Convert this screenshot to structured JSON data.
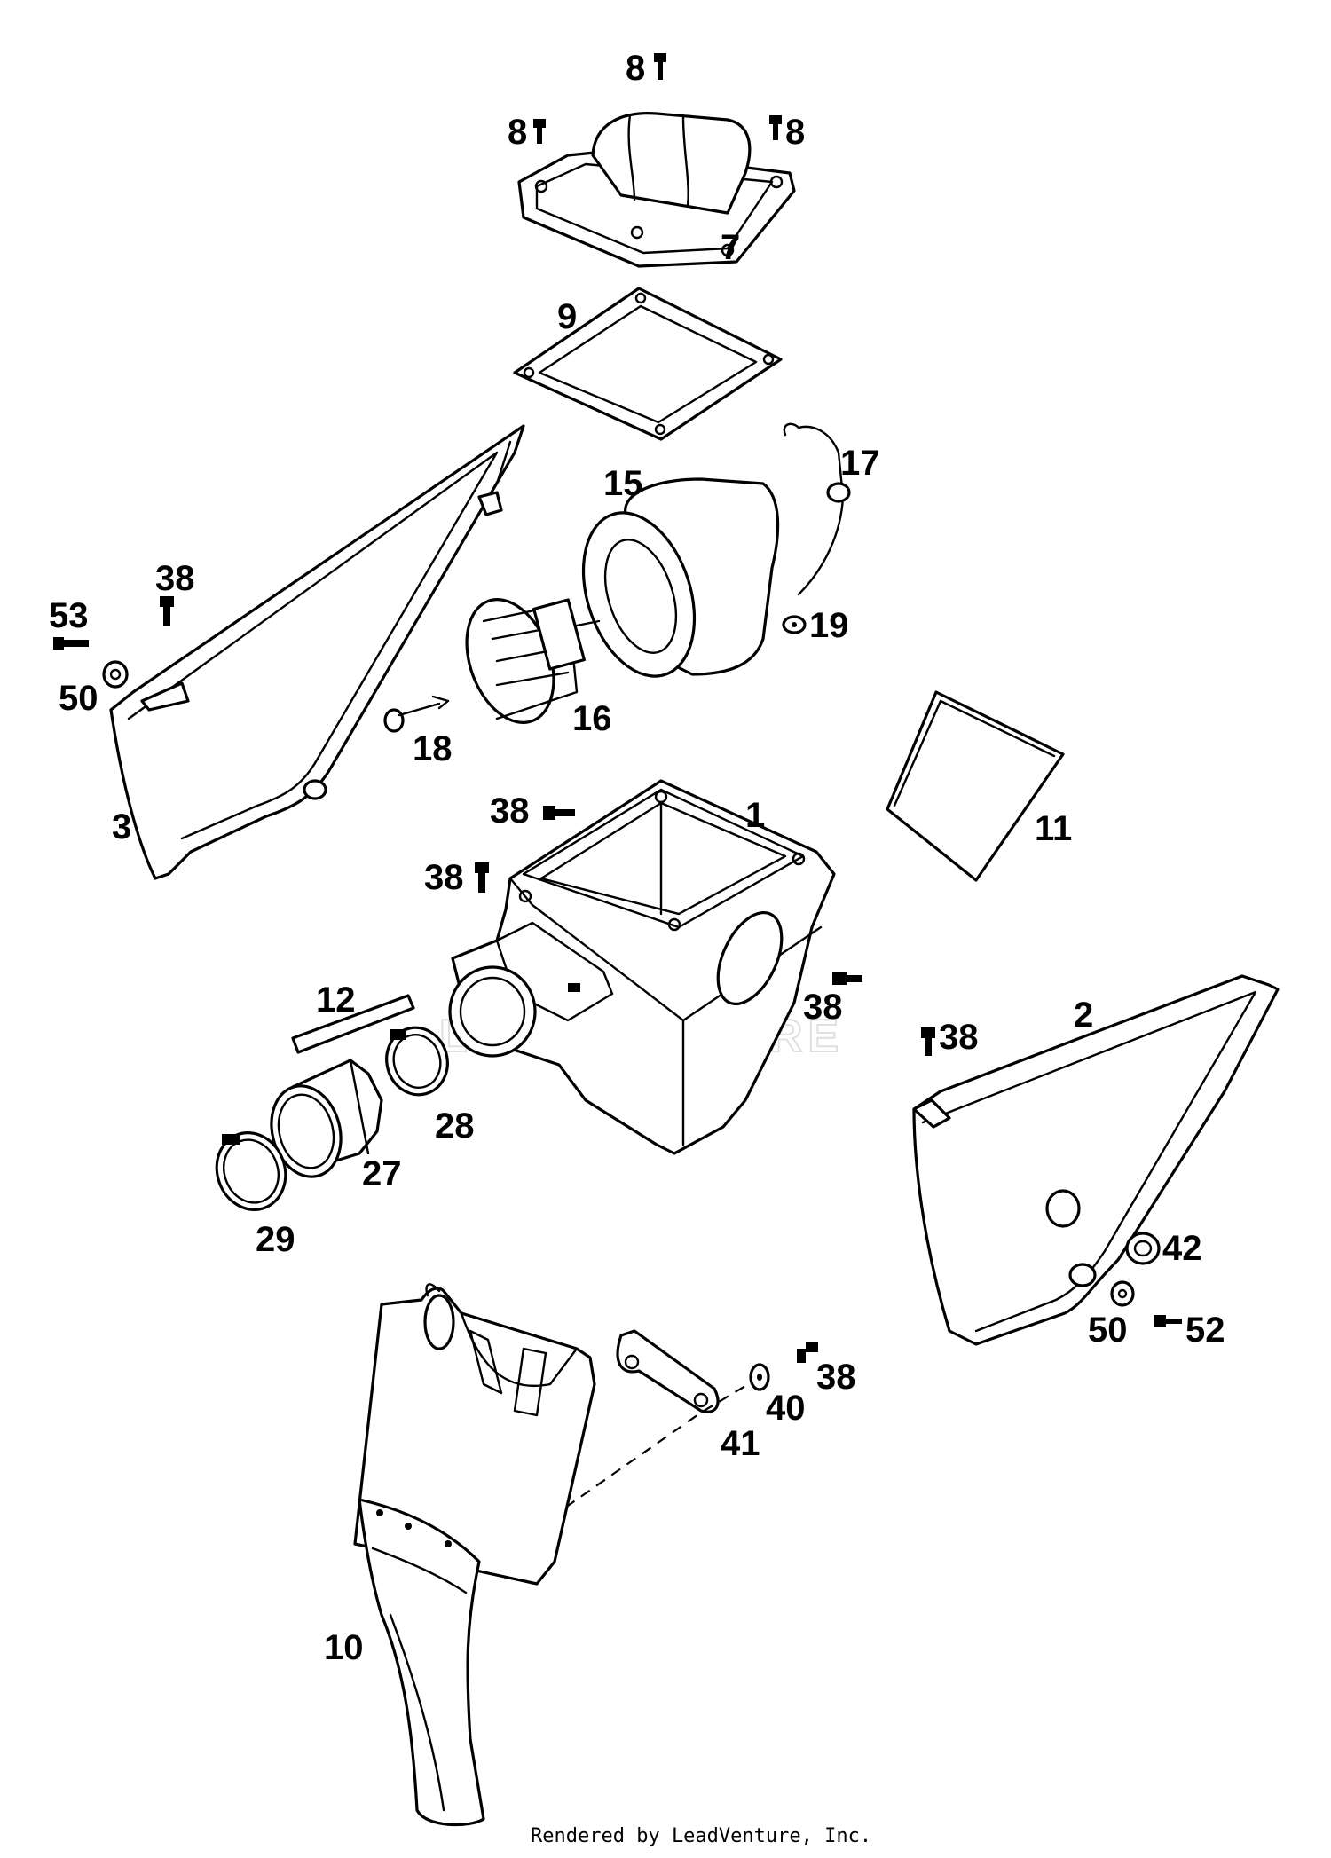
{
  "diagram": {
    "watermark": "LEADVENTURE",
    "footer": "Rendered by LeadVenture, Inc.",
    "callouts": [
      {
        "id": "lbl-8a",
        "text": "8"
      },
      {
        "id": "lbl-8b",
        "text": "8"
      },
      {
        "id": "lbl-8c",
        "text": "8"
      },
      {
        "id": "lbl-7",
        "text": "7"
      },
      {
        "id": "lbl-9",
        "text": "9"
      },
      {
        "id": "lbl-17",
        "text": "17"
      },
      {
        "id": "lbl-15",
        "text": "15"
      },
      {
        "id": "lbl-19",
        "text": "19"
      },
      {
        "id": "lbl-38a",
        "text": "38"
      },
      {
        "id": "lbl-53",
        "text": "53"
      },
      {
        "id": "lbl-50a",
        "text": "50"
      },
      {
        "id": "lbl-16",
        "text": "16"
      },
      {
        "id": "lbl-18",
        "text": "18"
      },
      {
        "id": "lbl-3",
        "text": "3"
      },
      {
        "id": "lbl-38b",
        "text": "38"
      },
      {
        "id": "lbl-1",
        "text": "1"
      },
      {
        "id": "lbl-11",
        "text": "11"
      },
      {
        "id": "lbl-38c",
        "text": "38"
      },
      {
        "id": "lbl-38d",
        "text": "38"
      },
      {
        "id": "lbl-12",
        "text": "12"
      },
      {
        "id": "lbl-38e",
        "text": "38"
      },
      {
        "id": "lbl-2",
        "text": "2"
      },
      {
        "id": "lbl-28",
        "text": "28"
      },
      {
        "id": "lbl-27",
        "text": "27"
      },
      {
        "id": "lbl-29",
        "text": "29"
      },
      {
        "id": "lbl-42",
        "text": "42"
      },
      {
        "id": "lbl-50b",
        "text": "50"
      },
      {
        "id": "lbl-52",
        "text": "52"
      },
      {
        "id": "lbl-38f",
        "text": "38"
      },
      {
        "id": "lbl-40",
        "text": "40"
      },
      {
        "id": "lbl-41",
        "text": "41"
      },
      {
        "id": "lbl-10",
        "text": "10"
      }
    ]
  }
}
